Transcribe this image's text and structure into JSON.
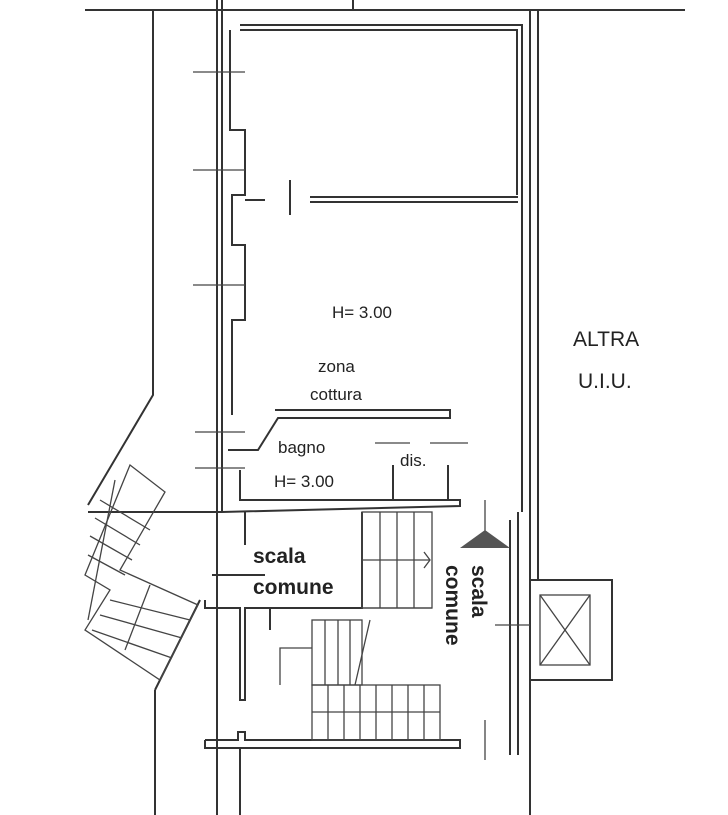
{
  "labels": {
    "height_main": "H= 3.00",
    "zona": "zona",
    "cottura": "cottura",
    "bagno": "bagno",
    "dis": "dis.",
    "height_bagno": "H= 3.00",
    "scala_left_1": "scala",
    "scala_left_2": "comune",
    "scala_right_1": "scala",
    "scala_right_2": "comune",
    "altra": "ALTRA",
    "uiu": "U.I.U."
  }
}
